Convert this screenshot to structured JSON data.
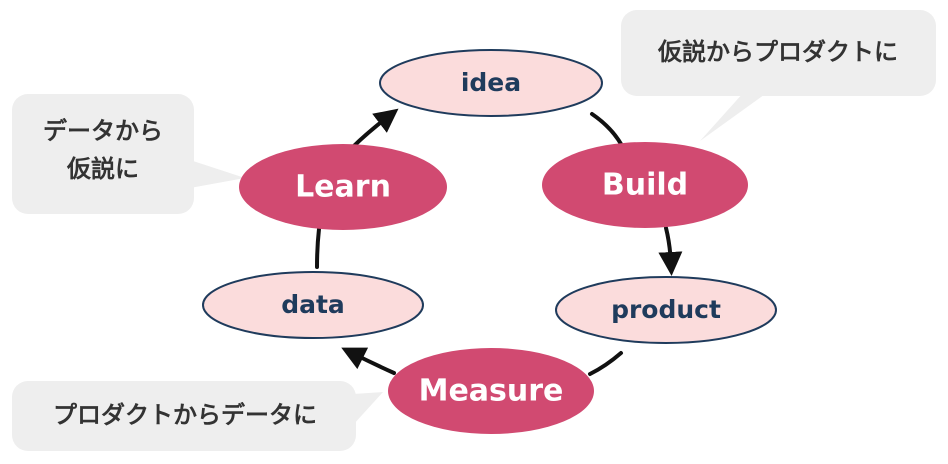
{
  "diagram": {
    "nodes": {
      "idea": "idea",
      "build": "Build",
      "product": "product",
      "measure": "Measure",
      "data": "data",
      "learn": "Learn"
    },
    "callouts": {
      "build": "仮説からプロダクトに",
      "learn_line1": "データから",
      "learn_line2": "仮説に",
      "measure": "プロダクトからデータに"
    }
  },
  "colors": {
    "stage_fill": "#d14a71",
    "artifact_fill": "#fbdcdc",
    "artifact_stroke": "#1f3b5c",
    "callout_fill": "#eeeeee",
    "arrow": "#111111"
  }
}
